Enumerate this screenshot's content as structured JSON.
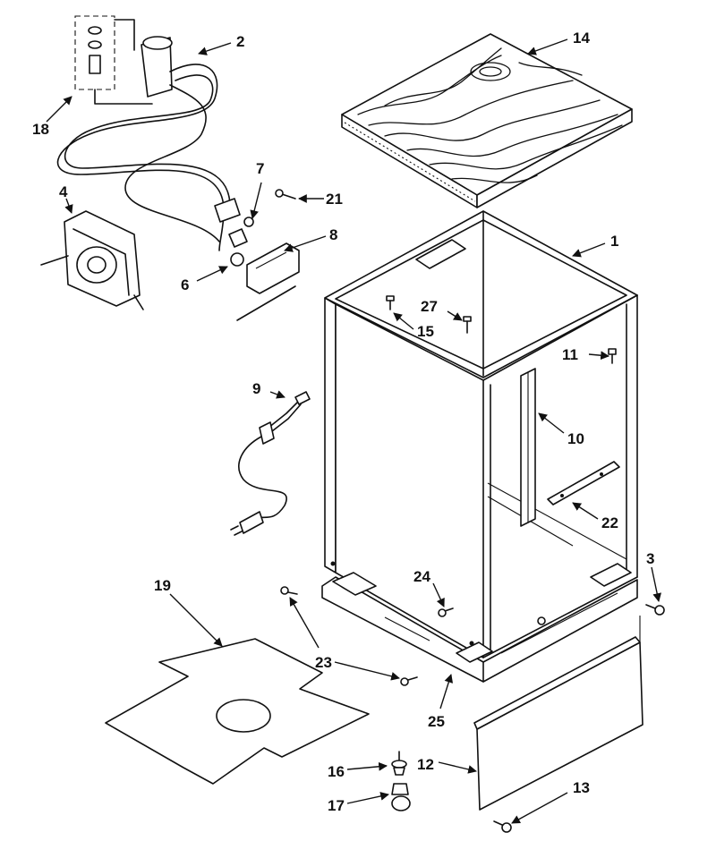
{
  "callouts": [
    {
      "id": "c1",
      "text": "1"
    },
    {
      "id": "c2",
      "text": "2"
    },
    {
      "id": "c3",
      "text": "3"
    },
    {
      "id": "c4",
      "text": "4"
    },
    {
      "id": "c6",
      "text": "6"
    },
    {
      "id": "c7",
      "text": "7"
    },
    {
      "id": "c8",
      "text": "8"
    },
    {
      "id": "c9",
      "text": "9"
    },
    {
      "id": "c10",
      "text": "10"
    },
    {
      "id": "c11",
      "text": "11"
    },
    {
      "id": "c12",
      "text": "12"
    },
    {
      "id": "c13",
      "text": "13"
    },
    {
      "id": "c14",
      "text": "14"
    },
    {
      "id": "c15",
      "text": "15"
    },
    {
      "id": "c16",
      "text": "16"
    },
    {
      "id": "c17",
      "text": "17"
    },
    {
      "id": "c18",
      "text": "18"
    },
    {
      "id": "c19",
      "text": "19"
    },
    {
      "id": "c21",
      "text": "21"
    },
    {
      "id": "c22",
      "text": "22"
    },
    {
      "id": "c23",
      "text": "23"
    },
    {
      "id": "c24",
      "text": "24"
    },
    {
      "id": "c25",
      "text": "25"
    },
    {
      "id": "c27",
      "text": "27"
    }
  ]
}
